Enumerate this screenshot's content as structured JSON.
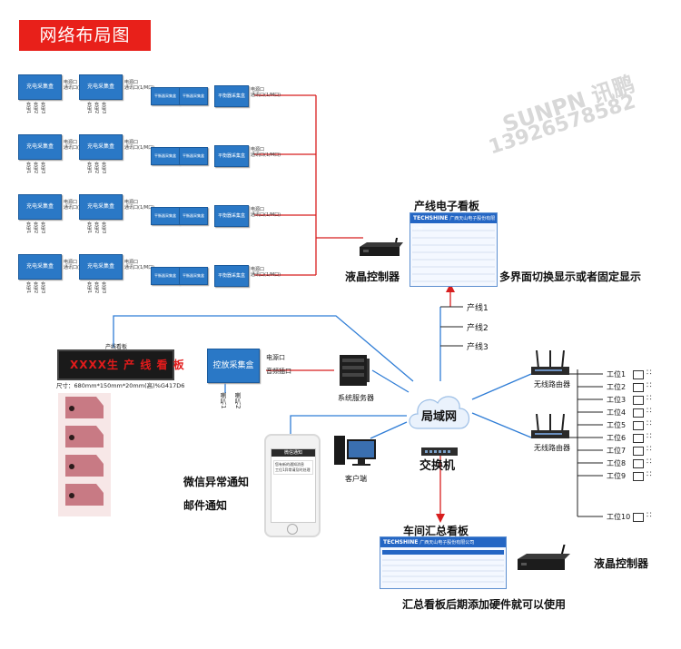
{
  "title": "网络布局图",
  "collectors": {
    "charge_box_label": "充电采集盒",
    "ac_box_label": "平衡器采集盒",
    "power_port": "电源口",
    "comm_port": "通讯口(1/M口)",
    "channel_labels": [
      "充电1",
      "充电2",
      "充电3"
    ]
  },
  "board_top": {
    "title": "产线电子看板",
    "company": "广西天山电子股份有限公司",
    "logo": "TECHSHINE",
    "controller_label": "液晶控制器",
    "display_note": "多界面切换显示或者固定显示"
  },
  "lines": [
    "产线1",
    "产线2",
    "产线3"
  ],
  "led_sign": {
    "text": "XXXX生 产 线 看 板",
    "size_note": "尺寸：680mm*150mm*20mm(高)%G417D6",
    "top_label": "产线看板"
  },
  "release_box": {
    "label": "控放采集盒",
    "port1": "电源口",
    "port2": "音频插口",
    "horn_labels": [
      "喇叭1",
      "喇叭2"
    ]
  },
  "server": {
    "label": "系统服务器"
  },
  "lan": {
    "label": "局域网"
  },
  "switch": {
    "label": "交换机"
  },
  "client": {
    "label": "客户端"
  },
  "router_label": "无线路由器",
  "stations": [
    "工位1",
    "工位2",
    "工位3",
    "工位4",
    "工位5",
    "工位6",
    "工位7",
    "工位8",
    "工位9",
    "工位10"
  ],
  "notify": {
    "wechat": "微信异常通知",
    "mail": "邮件通知"
  },
  "phone": {
    "header": "微信通知",
    "msg_line1": "您有新的通知消息",
    "msg_line2": "工位1异常请及时处理"
  },
  "board_bottom": {
    "title": "车间汇总看板",
    "company": "广西天山电子股份有限公司",
    "logo": "TECHSHINE",
    "controller_label": "液晶控制器",
    "footer": "汇总看板后期添加硬件就可以使用"
  },
  "watermark": {
    "brand": "SUNPN 讯鹏",
    "phone": "13926578582"
  },
  "colors": {
    "accent": "#e8201a",
    "box_blue": "#2a78c6",
    "line_blue": "#2f7dd6",
    "line_red": "#d81e1e"
  }
}
